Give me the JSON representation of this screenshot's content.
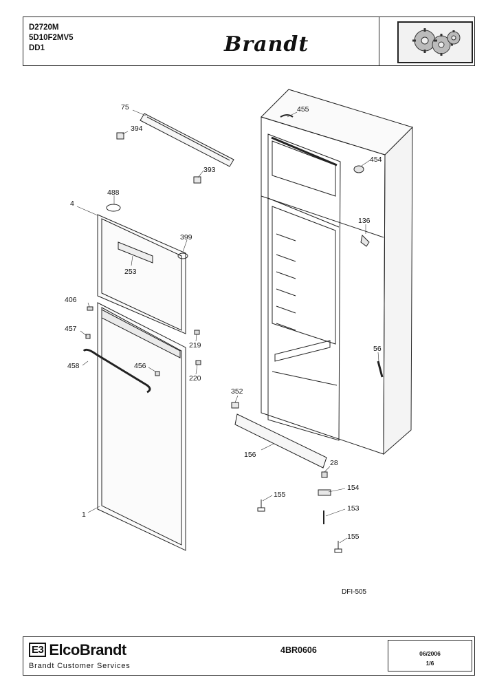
{
  "header": {
    "model_lines": [
      "D2720M",
      "5D10F2MV5",
      "DD1"
    ],
    "brand": "Brandt",
    "gear_icon": "gears-icon"
  },
  "parts": [
    {
      "ref": "75"
    },
    {
      "ref": "394"
    },
    {
      "ref": "393"
    },
    {
      "ref": "488"
    },
    {
      "ref": "4"
    },
    {
      "ref": "399"
    },
    {
      "ref": "253"
    },
    {
      "ref": "406"
    },
    {
      "ref": "457"
    },
    {
      "ref": "458"
    },
    {
      "ref": "456"
    },
    {
      "ref": "219"
    },
    {
      "ref": "220"
    },
    {
      "ref": "1"
    },
    {
      "ref": "455"
    },
    {
      "ref": "454"
    },
    {
      "ref": "136"
    },
    {
      "ref": "56"
    },
    {
      "ref": "352"
    },
    {
      "ref": "156"
    },
    {
      "ref": "28"
    },
    {
      "ref": "155"
    },
    {
      "ref": "154"
    },
    {
      "ref": "153"
    },
    {
      "ref": "155"
    }
  ],
  "drawing_ref": "DFI-505",
  "footer": {
    "logo_mark": "E3",
    "company": "ElcoBrandt",
    "subtitle": "Brandt Customer Services",
    "code": "4BR0606",
    "date": "06/2006",
    "page": "1/6"
  }
}
